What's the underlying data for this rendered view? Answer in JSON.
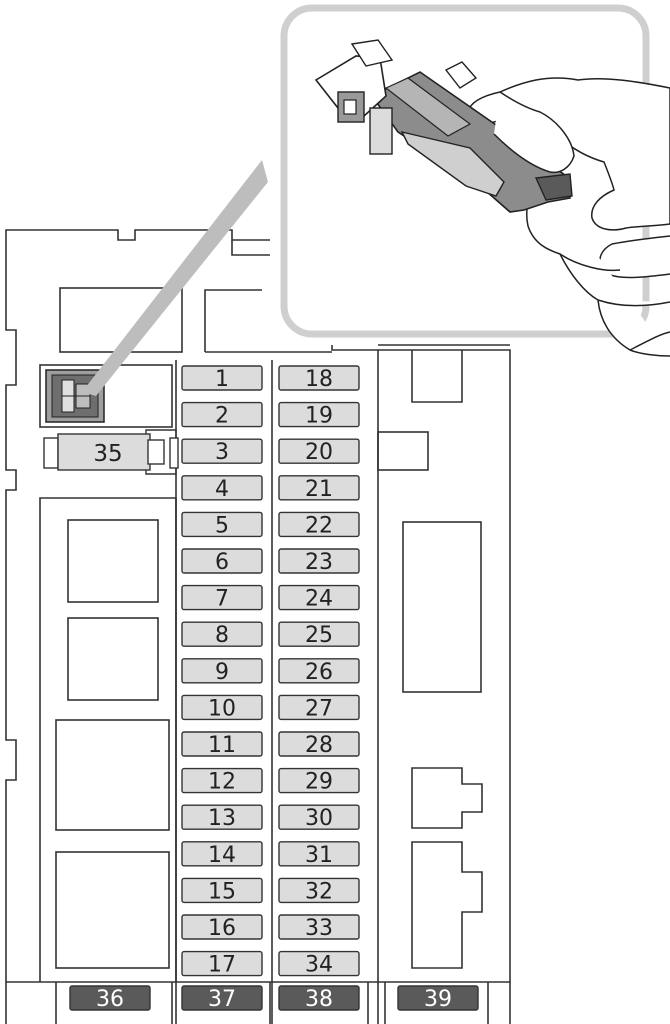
{
  "fuse_labels": {
    "left_column": [
      "1",
      "2",
      "3",
      "4",
      "5",
      "6",
      "7",
      "8",
      "9",
      "10",
      "11",
      "12",
      "13",
      "14",
      "15",
      "16",
      "17"
    ],
    "right_column": [
      "18",
      "19",
      "20",
      "21",
      "22",
      "23",
      "24",
      "25",
      "26",
      "27",
      "28",
      "29",
      "30",
      "31",
      "32",
      "33",
      "34"
    ],
    "wide_fuse": "35",
    "bottom_fuses": [
      "36",
      "37",
      "38",
      "39"
    ]
  },
  "colors": {
    "outline": "#333333",
    "fuse_fill": "#dcdcdc",
    "dark_fuse_fill": "#5a5a5a",
    "dark_fuse_text": "#ffffff",
    "callout_border": "#cfcfcf",
    "callout_pointer": "#bdbdbd"
  },
  "icons": {
    "callout": "fuse-puller-in-hand-icon",
    "tool_slot": "fuse-puller-slot-icon"
  }
}
